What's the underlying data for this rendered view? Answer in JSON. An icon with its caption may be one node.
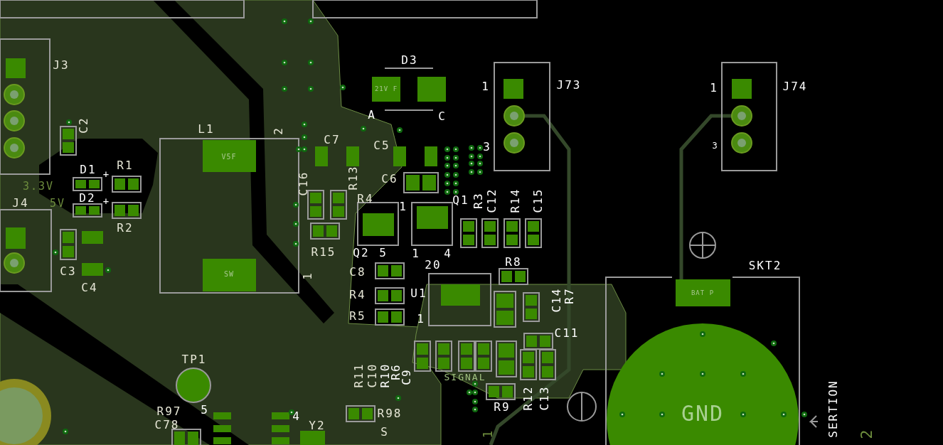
{
  "diagram": {
    "labels": [
      "D3",
      "1",
      "J73",
      "1",
      "J74",
      "J3",
      "21V F",
      "A",
      "C",
      "C2",
      "L1",
      "2",
      "C7",
      "C5",
      "3",
      "3",
      "V5F",
      "D1",
      "+",
      "R1",
      "C16",
      "R13",
      "C6",
      "3.3V",
      "J4",
      "5V",
      "D2",
      "+",
      "R4",
      "1",
      "Q1",
      "R3",
      "C12",
      "R14",
      "C15",
      "R2",
      "R15",
      "Q2",
      "5",
      "1",
      "4",
      "SW",
      "20",
      "R8",
      "C3",
      "C8",
      "1",
      "C4",
      "U1",
      "BAT P",
      "R4",
      "C14",
      "R7",
      "R5",
      "1",
      "C11",
      "TP1",
      "R11",
      "C10",
      "R10",
      "R6",
      "C9",
      "SIGNAL",
      "SKT2",
      "R9",
      "R12",
      "C13",
      "R97",
      "5",
      "4",
      "Y2",
      "R98",
      "S",
      "GND",
      "SERTION",
      "2",
      "C78",
      "1"
    ]
  }
}
